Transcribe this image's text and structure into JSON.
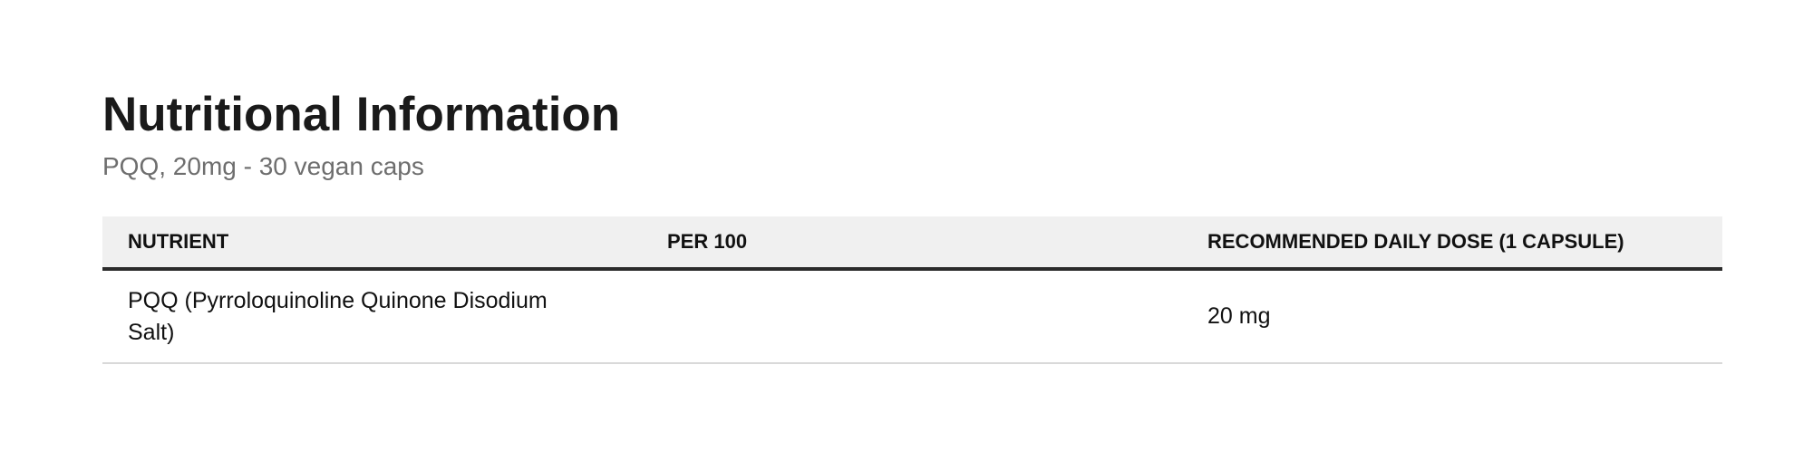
{
  "page": {
    "title": "Nutritional Information",
    "subtitle": "PQQ, 20mg - 30 vegan caps"
  },
  "table": {
    "headers": {
      "nutrient": "NUTRIENT",
      "per_100": "PER 100",
      "daily_dose": "RECOMMENDED DAILY DOSE (1 CAPSULE)"
    },
    "rows": [
      {
        "nutrient": "PQQ (Pyrroloquinoline Quinone Disodium Salt)",
        "per_100": "",
        "daily_dose": "20 mg"
      }
    ]
  },
  "colors": {
    "title": "#1a1a1a",
    "subtitle": "#6e6e6e",
    "header_background": "#f0f0f0",
    "header_rule": "#2b2b2b",
    "row_rule": "#d9d9d9"
  }
}
